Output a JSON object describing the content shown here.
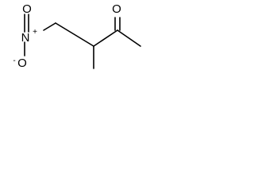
{
  "molecule": {
    "atoms": {
      "carbonyl_oxygen": "O",
      "nitro_nitrogen": "N",
      "nitro_oxygen_double": "O",
      "nitro_oxygen_single": "O",
      "nitro_nitrogen_charge": "+",
      "nitro_oxygen_charge": "-"
    }
  }
}
